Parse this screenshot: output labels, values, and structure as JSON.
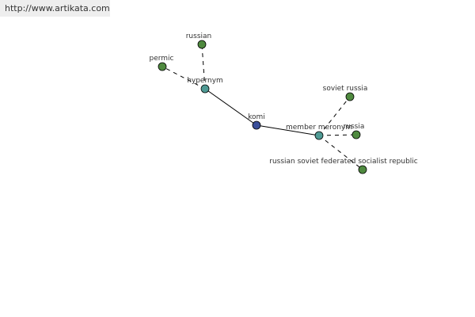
{
  "watermark": {
    "text": "http://www.artikata.com"
  },
  "colors": {
    "center": "#3a4f9a",
    "relation": "#4f9a94",
    "leaf": "#4f8a3f",
    "edge": "#000000"
  },
  "graph": {
    "nodes": [
      {
        "id": "komi",
        "label": "komi",
        "kind": "center"
      },
      {
        "id": "hypernym",
        "label": "hypernym",
        "kind": "relation"
      },
      {
        "id": "member-meronym",
        "label": "member meronym",
        "kind": "relation"
      },
      {
        "id": "russian",
        "label": "russian",
        "kind": "leaf"
      },
      {
        "id": "permic",
        "label": "permic",
        "kind": "leaf"
      },
      {
        "id": "soviet-russia",
        "label": "soviet russia",
        "kind": "leaf"
      },
      {
        "id": "russia",
        "label": "russia",
        "kind": "leaf"
      },
      {
        "id": "rsfsr",
        "label": "russian soviet federated socialist republic",
        "kind": "leaf"
      }
    ],
    "edges": [
      {
        "from": "komi",
        "to": "hypernym",
        "style": "solid"
      },
      {
        "from": "komi",
        "to": "member-meronym",
        "style": "solid"
      },
      {
        "from": "hypernym",
        "to": "russian",
        "style": "dashed"
      },
      {
        "from": "hypernym",
        "to": "permic",
        "style": "dashed"
      },
      {
        "from": "member-meronym",
        "to": "soviet-russia",
        "style": "dashed"
      },
      {
        "from": "member-meronym",
        "to": "russia",
        "style": "dashed"
      },
      {
        "from": "member-meronym",
        "to": "rsfsr",
        "style": "dashed"
      }
    ]
  }
}
